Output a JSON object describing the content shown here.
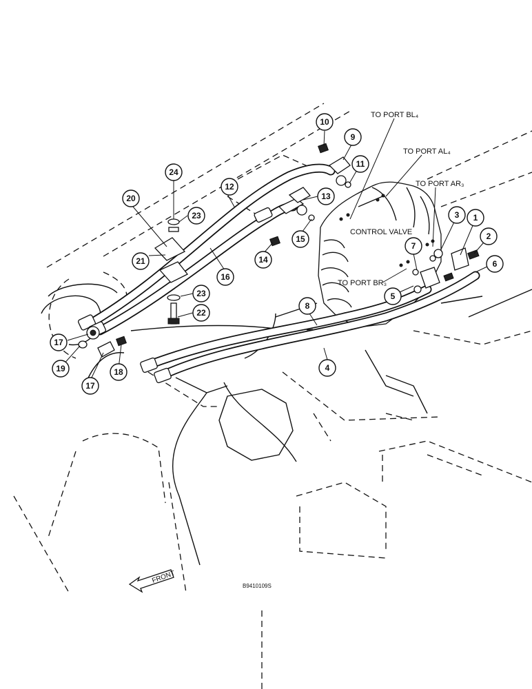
{
  "labels": {
    "to_port_bl4": "TO PORT BL₄",
    "to_port_al4": "TO PORT AL₄",
    "to_port_ar3": "TO PORT AR₃",
    "to_port_br3": "TO PORT BR₃",
    "control_valve": "CONTROL VALVE",
    "front": "FRONT",
    "figure_id": "B9410109S"
  },
  "callouts": {
    "c1": "1",
    "c2": "2",
    "c3": "3",
    "c4": "4",
    "c5": "5",
    "c6": "6",
    "c7": "7",
    "c8": "8",
    "c9": "9",
    "c10": "10",
    "c11": "11",
    "c12": "12",
    "c13": "13",
    "c14": "14",
    "c15": "15",
    "c16": "16",
    "c17a": "17",
    "c17b": "17",
    "c18": "18",
    "c19": "19",
    "c20": "20",
    "c21": "21",
    "c22": "22",
    "c23a": "23",
    "c23b": "23",
    "c24": "24"
  }
}
